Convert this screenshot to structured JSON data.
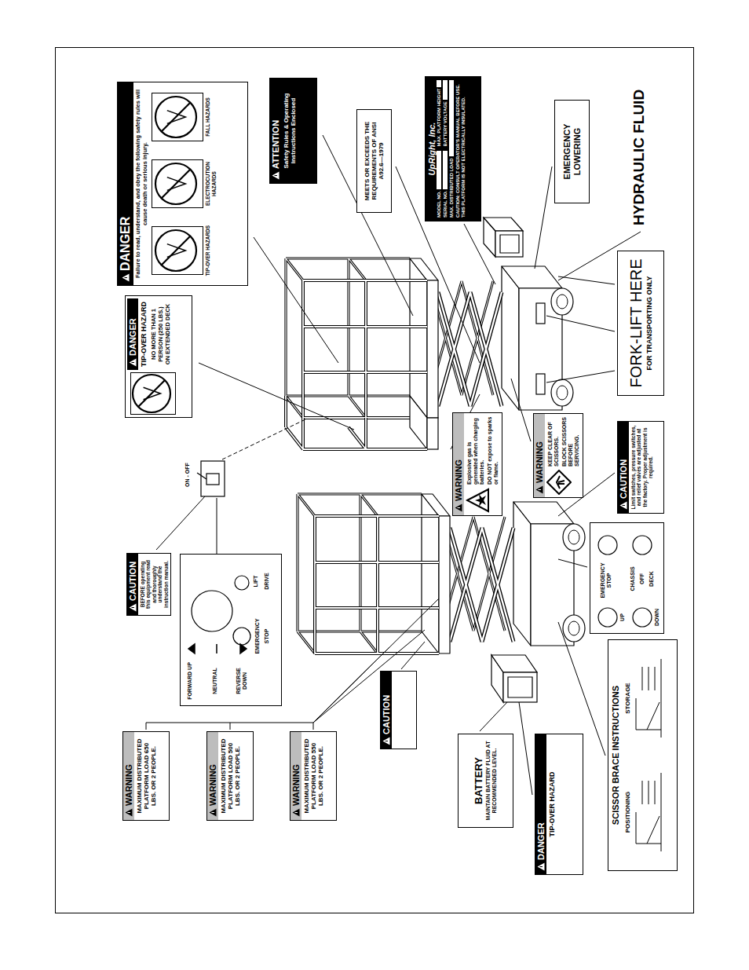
{
  "diagram": {
    "nodes": [
      {
        "text": [
          "WARNING",
          "MAXIMUM DISTRIBUTED PLATFORM LOAD 650 LBS. OR 2 PEOPLE."
        ]
      },
      {
        "text": [
          "WARNING",
          "MAXIMUM DISTRIBUTED PLATFORM LOAD 500 LBS. OR 2 PEOPLE."
        ]
      },
      {
        "text": [
          "WARNING",
          "MAXIMUM DISTRIBUTED PLATFORM LOAD 550 LBS. OR 2 PEOPLE."
        ]
      },
      {
        "text": [
          "CAUTION",
          "BEFORE operating this equipment read and thoroughly understand the instruction manual."
        ]
      },
      {
        "text": [
          "FORWARD UP",
          "NEUTRAL",
          "REVERSE DOWN",
          "EMERGENCY",
          "STOP",
          "LIFT",
          "DRIVE"
        ]
      },
      {
        "text": [
          "DANGER",
          "TIP-OVER HAZARD",
          "NO MORE THAN 1 PERSON (250 LBS.) ON EXTENDED DECK"
        ]
      },
      {
        "text": [
          "DANGER",
          "Failure to read, understand, and obey the following safety rules will cause death or serious injury.",
          "TIP-OVER HAZARDS",
          "ELECTROCUTION HAZARDS",
          "FALL HAZARDS"
        ]
      },
      {
        "text": [
          "ATTENTION",
          "Safety Rules & Operating Instructions Enclosed"
        ]
      },
      {
        "text": [
          "DANGER",
          "TIP-OVER HAZARD"
        ]
      },
      {
        "text": [
          "SCISSOR BRACE INSTRUCTIONS",
          "POSITIONING",
          "STORAGE"
        ]
      },
      {
        "text": [
          "BATTERY",
          "MAINTAIN BATTERY FLUID AT RECOMMENDED LEVEL."
        ]
      },
      {
        "text": [
          "CAUTION"
        ]
      },
      {
        "text": [
          "EMERGENCY STOP",
          "CHASSIS",
          "OFF",
          "DECK",
          "UP",
          "DOWN"
        ]
      },
      {
        "text": [
          "WARNING",
          "Explosive gas is generated when charging batteries.",
          "DO NOT expose to sparks or flame."
        ]
      },
      {
        "text": [
          "WARNING",
          "KEEP CLEAR OF SCISSORS.",
          "BLOCK SCISSORS BEFORE SERVICING."
        ]
      },
      {
        "text": [
          "CAUTION",
          "Limit switches, pressure switches, and relief valves are adjusted at the factory. Proper adjustment is required."
        ]
      },
      {
        "text": [
          "FORK-LIFT HERE",
          "FOR TRANSPORTING ONLY"
        ]
      },
      {
        "text": [
          "MEETS OR EXCEEDS THE REQUIREMENTS OF ANSI A92.6—1979"
        ]
      },
      {
        "text": [
          "UpRight, Inc.",
          "MODEL NO.",
          "MAX. PLATFORM HEIGHT",
          "SERIAL NO.",
          "BATTERY VOLTAGE",
          "MAX. DISTRIBUTED LOAD",
          "CAUTION: CONSULT OPERATOR'S MANUAL BEFORE USE. THIS PLATFORM IS NOT ELECTRICALLY INSULATED."
        ]
      },
      {
        "text": [
          "EMERGENCY LOWERING"
        ]
      },
      {
        "text": [
          "HYDRAULIC FLUID"
        ]
      }
    ],
    "labels": [
      "ON - OFF"
    ]
  }
}
